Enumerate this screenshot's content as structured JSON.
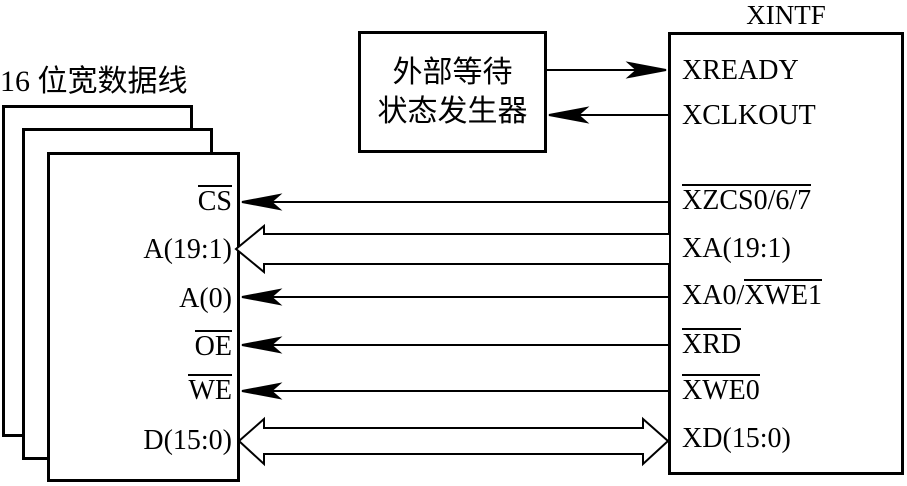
{
  "diagram": {
    "stack_label": "16 位宽数据线",
    "wait_state_box": {
      "line1": "外部等待",
      "line2": "状态发生器"
    },
    "xintf": {
      "title": "XINTF",
      "signals": [
        {
          "pre": "XREADY"
        },
        {
          "pre": "XCLKOUT"
        },
        {
          "over": "XZCS0/6/7"
        },
        {
          "pre": "XA(19:1)"
        },
        {
          "pre": "XA0/",
          "over": "XWE1"
        },
        {
          "over": "XRD"
        },
        {
          "over": "XWE0"
        },
        {
          "pre": "XD(15:0)"
        }
      ]
    },
    "memory": {
      "signals": [
        {
          "over": "CS"
        },
        {
          "pre": "A(19:1)"
        },
        {
          "pre": "A(0)"
        },
        {
          "over": "OE"
        },
        {
          "over": "WE"
        },
        {
          "pre": "D(15:0)"
        }
      ]
    },
    "colors": {
      "ink": "#000000",
      "background": "#ffffff"
    }
  }
}
